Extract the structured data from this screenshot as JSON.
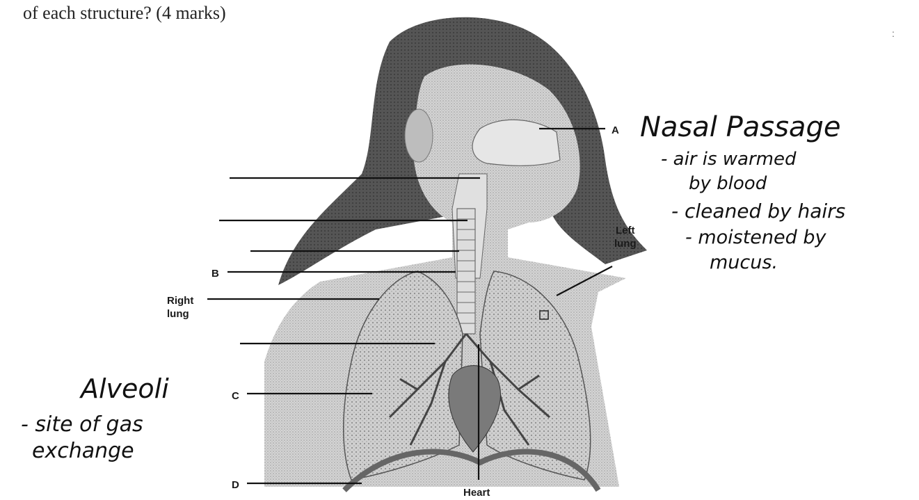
{
  "question": {
    "text": "of each structure? (4 marks)"
  },
  "diagram_labels": {
    "a": "A",
    "b": "B",
    "c": "C",
    "d": "D",
    "right_lung_1": "Right",
    "right_lung_2": "lung",
    "left_lung_1": "Left",
    "left_lung_2": "lung",
    "heart": "Heart"
  },
  "handwritten": {
    "nasal_title": "Nasal Passage",
    "nasal_line1": "- air is warmed",
    "nasal_line2": "by blood",
    "nasal_line3": "- cleaned by hairs",
    "nasal_line4": "- moistened by",
    "nasal_line5": "mucus.",
    "alveoli_title": "Alveoli",
    "alveoli_line1": "- site of gas",
    "alveoli_line2": "exchange"
  },
  "colors": {
    "hair": "#4a4a4a",
    "skin": "#c9c9c9",
    "lung": "#b5b5b5",
    "ink": "#111111"
  }
}
